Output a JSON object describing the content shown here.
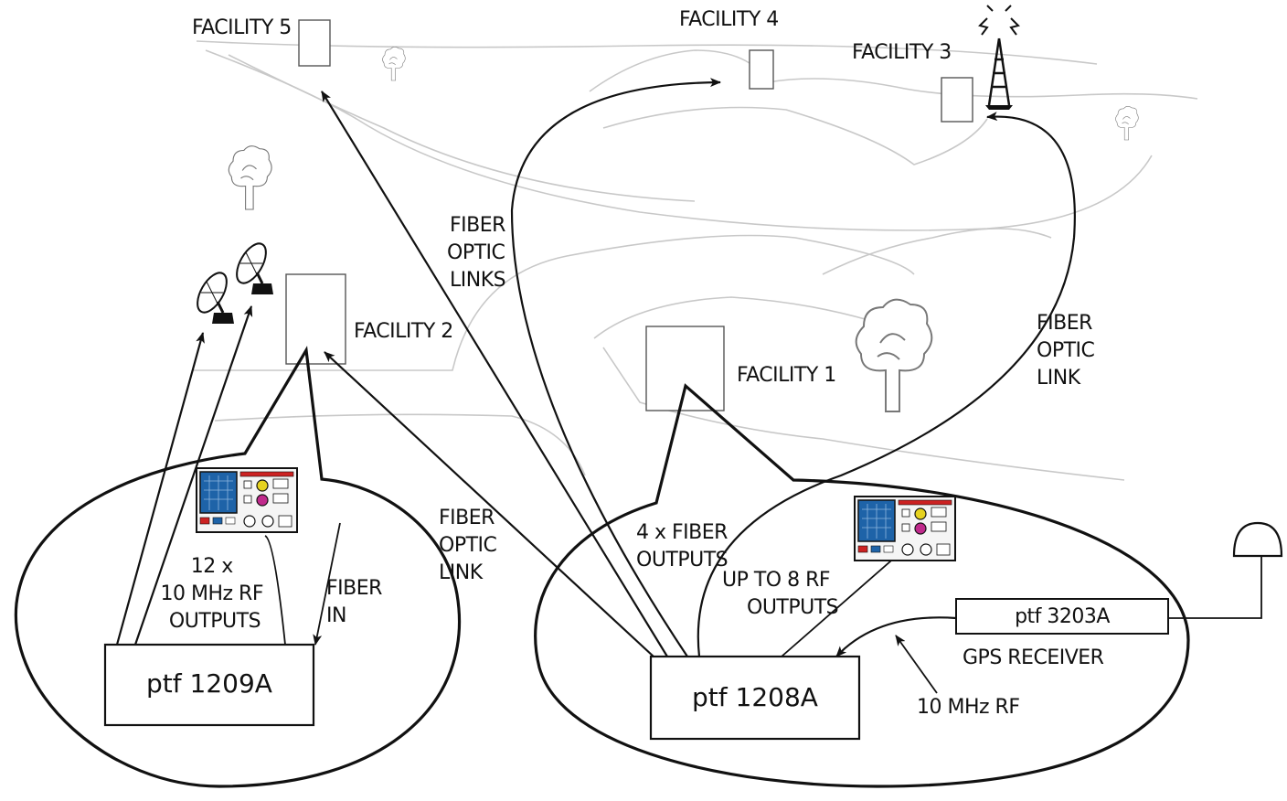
{
  "colors": {
    "ink": "#111111",
    "landscape": "#c8c8c8",
    "screen": "#1e63a8",
    "panel_red": "#cc2222",
    "panel_yellow": "#e6d21f",
    "panel_magenta": "#c02a8c"
  },
  "facilities": {
    "facility5": "FACILITY 5",
    "facility4": "FACILITY 4",
    "facility3": "FACILITY 3",
    "facility2": "FACILITY 2",
    "facility1": "FACILITY 1"
  },
  "labels": {
    "fiber_optic_links": [
      "FIBER",
      "OPTIC",
      "LINKS"
    ],
    "fiber_optic_link_right": [
      "FIBER",
      "OPTIC",
      "LINK"
    ],
    "fiber_optic_link_mid": [
      "FIBER",
      "OPTIC",
      "LINK"
    ],
    "rf_outputs_left": [
      "12 x",
      "10 MHz RF",
      "OUTPUTS"
    ],
    "fiber_in": [
      "FIBER",
      "IN"
    ],
    "fiber_outputs": [
      "4 x FIBER",
      "OUTPUTS"
    ],
    "rf_outputs_right": [
      "UP TO 8 RF",
      "OUTPUTS"
    ],
    "gps_receiver": "GPS RECEIVER",
    "ten_mhz_rf": "10 MHz RF"
  },
  "devices": {
    "ptf1209": "ptf 1209A",
    "ptf1208": "ptf 1208A",
    "ptf3203": "ptf 3203A"
  },
  "icons": [
    "satellite-dish-icon",
    "radio-tower-icon",
    "gps-antenna-icon",
    "test-instrument-icon",
    "tree-icon",
    "building-icon"
  ]
}
